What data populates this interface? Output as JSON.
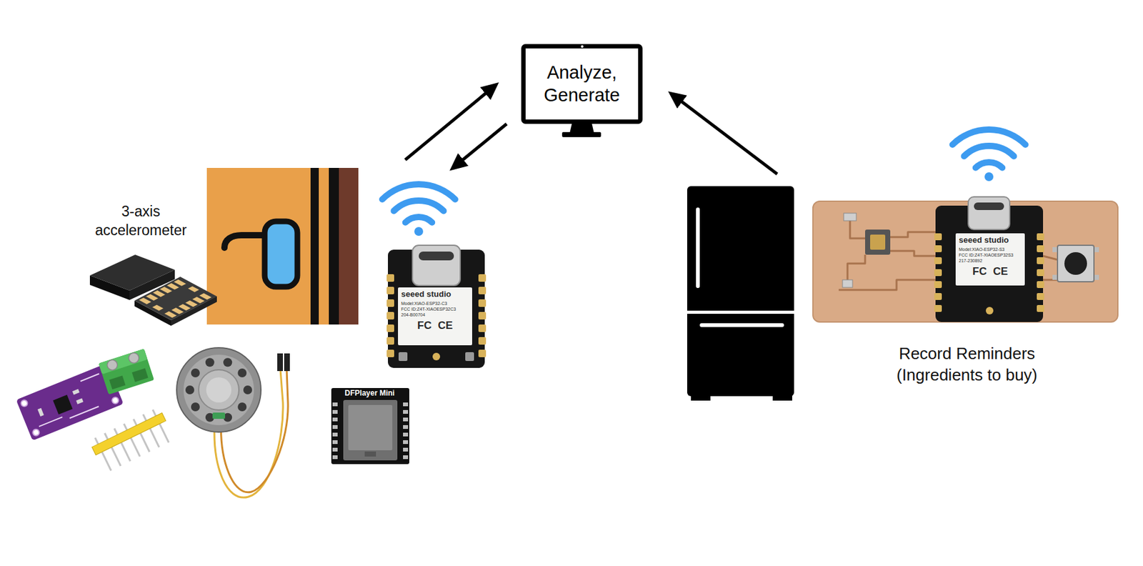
{
  "diagram": {
    "nodes": [
      {
        "text": [
          "Analyze, Generate"
        ]
      },
      {
        "text": [
          "seeed studio",
          "Model:XIAO-ESP32-C3",
          "FCC ID:Z4T-XIAOESP32C3",
          "204-B00704",
          "FC",
          "CE"
        ]
      },
      {
        "text": [
          "Record Reminders (Ingredients to buy)"
        ]
      },
      {
        "text": [
          "seeed studio",
          "Model:XIAO-ESP32-S3",
          "FCC ID:Z4T-XIAOESP32S3",
          "217-230892",
          "FC",
          "CE"
        ],
        "in": 2
      }
    ],
    "edges": [
      {
        "from": 1,
        "to": 0,
        "arrow": "to"
      },
      {
        "from": 0,
        "to": 1,
        "arrow": "to"
      },
      {
        "from": 2,
        "to": 0,
        "arrow": "to"
      }
    ],
    "labels": [
      "3-axis accelerometer",
      "DFPlayer Mini"
    ]
  }
}
